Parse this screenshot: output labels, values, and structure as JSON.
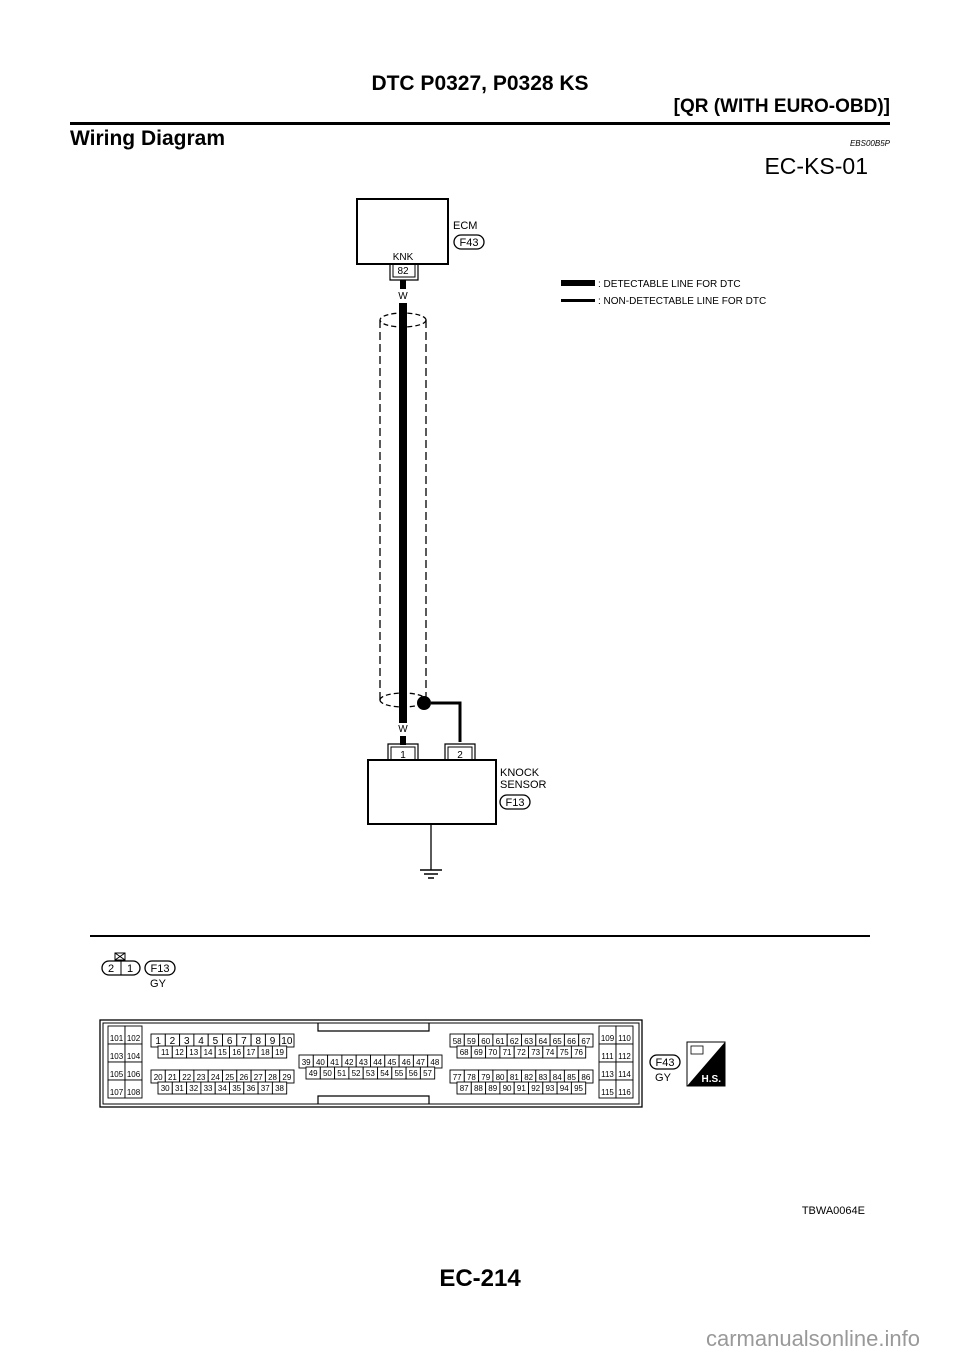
{
  "header": {
    "title": "DTC P0327, P0328 KS",
    "subtitle": "[QR (WITH EURO-OBD)]"
  },
  "section": {
    "title": "Wiring Diagram",
    "code": "EBS00B5P",
    "diagram_id": "EC-KS-01"
  },
  "ecm": {
    "label": "ECM",
    "connector": "F43",
    "terminal_name": "KNK",
    "terminal_no": "82",
    "wire_color_top": "W"
  },
  "knock_sensor": {
    "label_line1": "KNOCK",
    "label_line2": "SENSOR",
    "connector": "F13",
    "wire_color": "W",
    "terminal_1": "1",
    "terminal_2": "2"
  },
  "legend": {
    "detectable": ": DETECTABLE LINE FOR DTC",
    "non_detectable": ": NON-DETECTABLE LINE FOR DTC"
  },
  "connector_f13": {
    "pins": [
      "2",
      "1"
    ],
    "id": "F13",
    "color": "GY"
  },
  "connector_f43": {
    "id": "F43",
    "color": "GY",
    "hs_badge": "H.S.",
    "block_left": [
      [
        "101",
        "102"
      ],
      [
        "103",
        "104"
      ],
      [
        "105",
        "106"
      ],
      [
        "107",
        "108"
      ]
    ],
    "row1": [
      "1",
      "2",
      "3",
      "4",
      "5",
      "6",
      "7",
      "8",
      "9",
      "10"
    ],
    "row2": [
      "11",
      "12",
      "13",
      "14",
      "15",
      "16",
      "17",
      "18",
      "19"
    ],
    "row3": [
      "20",
      "21",
      "22",
      "23",
      "24",
      "25",
      "26",
      "27",
      "28",
      "29"
    ],
    "row4": [
      "30",
      "31",
      "32",
      "33",
      "34",
      "35",
      "36",
      "37",
      "38"
    ],
    "mid_row1": [
      "39",
      "40",
      "41",
      "42",
      "43",
      "44",
      "45",
      "46",
      "47",
      "48"
    ],
    "mid_row2": [
      "49",
      "50",
      "51",
      "52",
      "53",
      "54",
      "55",
      "56",
      "57"
    ],
    "right_row1": [
      "58",
      "59",
      "60",
      "61",
      "62",
      "63",
      "64",
      "65",
      "66",
      "67"
    ],
    "right_row2": [
      "68",
      "69",
      "70",
      "71",
      "72",
      "73",
      "74",
      "75",
      "76"
    ],
    "right_row3": [
      "77",
      "78",
      "79",
      "80",
      "81",
      "82",
      "83",
      "84",
      "85",
      "86"
    ],
    "right_row4": [
      "87",
      "88",
      "89",
      "90",
      "91",
      "92",
      "93",
      "94",
      "95"
    ],
    "block_right": [
      [
        "109",
        "110"
      ],
      [
        "111",
        "112"
      ],
      [
        "113",
        "114"
      ],
      [
        "115",
        "116"
      ]
    ]
  },
  "footer": {
    "figure_code": "TBWA0064E",
    "page_number": "EC-214",
    "watermark": "carmanualsonline.info"
  }
}
